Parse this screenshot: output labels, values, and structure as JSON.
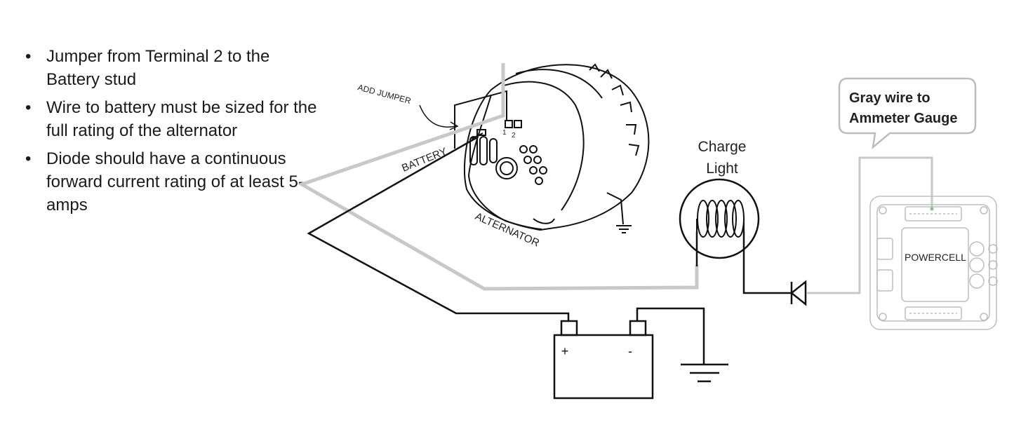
{
  "notes": [
    "Jumper from Terminal 2 to the Battery stud",
    "Wire to battery must be sized for the full rating of the alternator",
    "Diode should have a continuous forward current rating of at least 5-amps"
  ],
  "alternator": {
    "add_jumper": "ADD JUMPER",
    "battery": "BATTERY",
    "name": "ALTERNATOR",
    "terminal_1": "1",
    "terminal_2": "2"
  },
  "charge_light": {
    "line1": "Charge",
    "line2": "Light"
  },
  "callout": {
    "line1": "Gray wire to",
    "line2": "Ammeter Gauge"
  },
  "powercell": {
    "label": "POWERCELL"
  },
  "battery_terminals": {
    "positive": "+",
    "negative": "-"
  },
  "colors": {
    "gray_wire": "#c8c8c8",
    "black_wire": "#111111",
    "module_outline": "#bdbdbd"
  }
}
